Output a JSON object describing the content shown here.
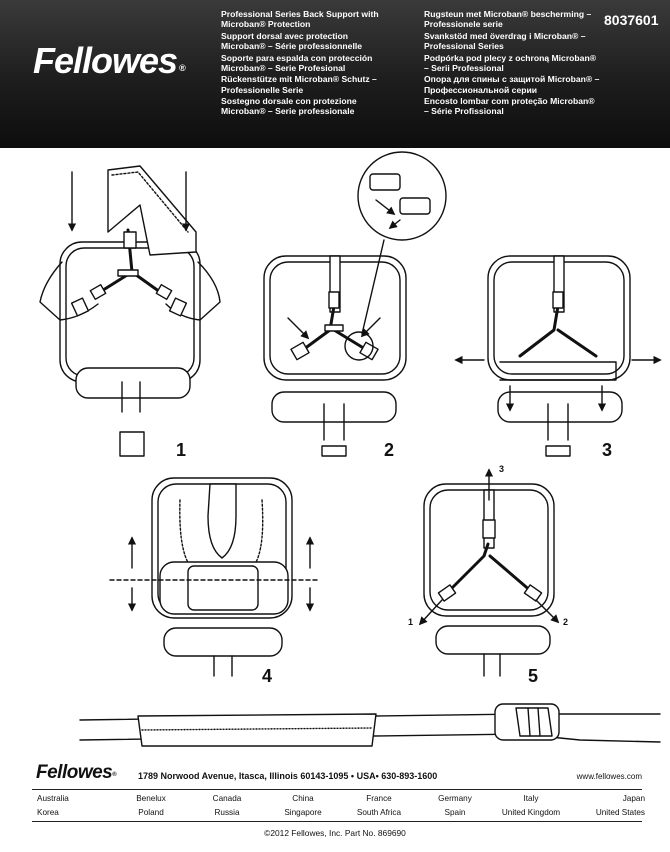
{
  "header": {
    "brand": "Fellowes",
    "brand_mark": "®",
    "part_number": "8037601",
    "titles_left": [
      "Professional Series Back Support with Microban® Protection",
      "Support dorsal avec protection Microban® – Série professionnelle",
      "Soporte para espalda con protección Microban® – Serie Profesional",
      "Rückenstütze mit Microban® Schutz – Professionelle Serie",
      "Sostegno dorsale con protezione Microban® – Serie professionale"
    ],
    "titles_right": [
      "Rugsteun met Microban® bescherming – Professionele serie",
      "Svankstöd med överdrag i Microban® – Professional Series",
      "Podpórka pod plecy z ochroną Microban® – Serii Professional",
      "Опора для спины с защитой Microban® – Профессиональной серии",
      "Encosto lombar com proteção Microban® – Série Profissional"
    ]
  },
  "steps": [
    "1",
    "2",
    "3",
    "4",
    "5"
  ],
  "step5_callouts": [
    "3",
    "1",
    "2"
  ],
  "footer": {
    "brand": "Fellowes",
    "brand_mark": "®",
    "address": "1789 Norwood Avenue, Itasca, Illinois 60143-1095 • USA• 630-893-1600",
    "website": "www.fellowes.com",
    "countries_row1": [
      "Australia",
      "Benelux",
      "Canada",
      "China",
      "France",
      "Germany",
      "Italy",
      "Japan"
    ],
    "countries_row2": [
      "Korea",
      "Poland",
      "Russia",
      "Singapore",
      "South Africa",
      "Spain",
      "United Kingdom",
      "United States"
    ],
    "copyright": "©2012 Fellowes, Inc. Part No. 869690"
  }
}
